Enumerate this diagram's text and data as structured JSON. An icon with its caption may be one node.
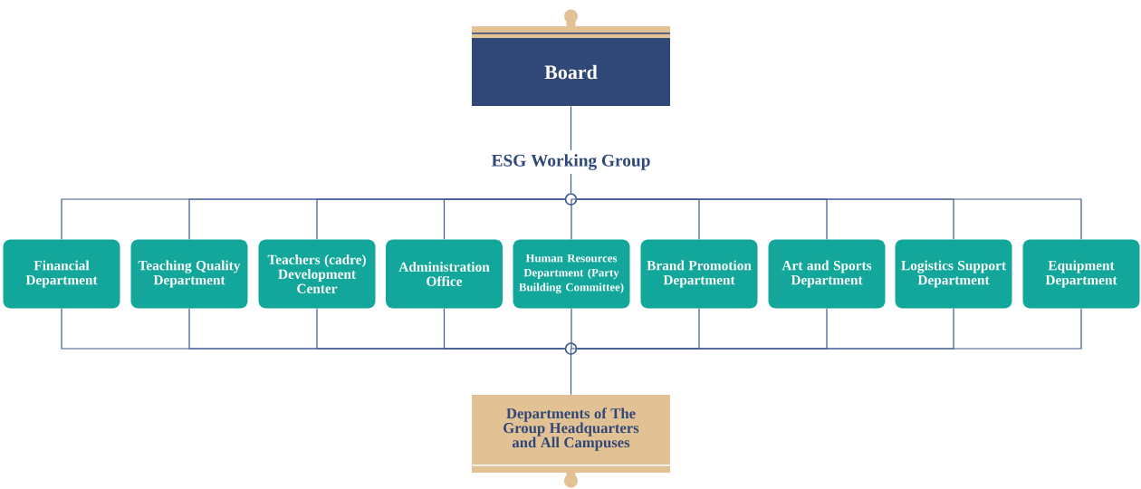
{
  "diagram": {
    "nodes": [
      {
        "text": [
          "Board"
        ]
      },
      {
        "text": [
          "ESG Working Group"
        ]
      },
      {
        "text": [],
        "shape": "circle"
      },
      {
        "text": [
          "Financial Department"
        ]
      },
      {
        "text": [
          "Teaching Quality Department"
        ]
      },
      {
        "text": [
          "Teachers (cadre) Development Center"
        ]
      },
      {
        "text": [
          "Administration Office"
        ]
      },
      {
        "text": [
          "Human Resources Department (Party Building Committee)"
        ]
      },
      {
        "text": [
          "Brand Promotion Department"
        ]
      },
      {
        "text": [
          "Art and Sports Department"
        ]
      },
      {
        "text": [
          "Logistics Support Department"
        ]
      },
      {
        "text": [
          "Equipment Department"
        ]
      },
      {
        "text": [],
        "shape": "circle"
      },
      {
        "text": [
          "Departments of The Group Headquarters and All Campuses"
        ]
      }
    ],
    "edges": [
      {
        "from": 0,
        "to": 1,
        "arrow": "none"
      },
      {
        "from": 1,
        "to": 2,
        "arrow": "none"
      },
      {
        "from": 2,
        "to": 3,
        "arrow": "none"
      },
      {
        "from": 2,
        "to": 4,
        "arrow": "none"
      },
      {
        "from": 2,
        "to": 5,
        "arrow": "none"
      },
      {
        "from": 2,
        "to": 6,
        "arrow": "none"
      },
      {
        "from": 2,
        "to": 7,
        "arrow": "none"
      },
      {
        "from": 2,
        "to": 8,
        "arrow": "none"
      },
      {
        "from": 2,
        "to": 9,
        "arrow": "none"
      },
      {
        "from": 2,
        "to": 10,
        "arrow": "none"
      },
      {
        "from": 2,
        "to": 11,
        "arrow": "none"
      },
      {
        "from": 3,
        "to": 12,
        "arrow": "none"
      },
      {
        "from": 4,
        "to": 12,
        "arrow": "none"
      },
      {
        "from": 5,
        "to": 12,
        "arrow": "none"
      },
      {
        "from": 6,
        "to": 12,
        "arrow": "none"
      },
      {
        "from": 7,
        "to": 12,
        "arrow": "none"
      },
      {
        "from": 8,
        "to": 12,
        "arrow": "none"
      },
      {
        "from": 9,
        "to": 12,
        "arrow": "none"
      },
      {
        "from": 10,
        "to": 12,
        "arrow": "none"
      },
      {
        "from": 11,
        "to": 12,
        "arrow": "none"
      },
      {
        "from": 12,
        "to": 13,
        "arrow": "none"
      }
    ]
  }
}
